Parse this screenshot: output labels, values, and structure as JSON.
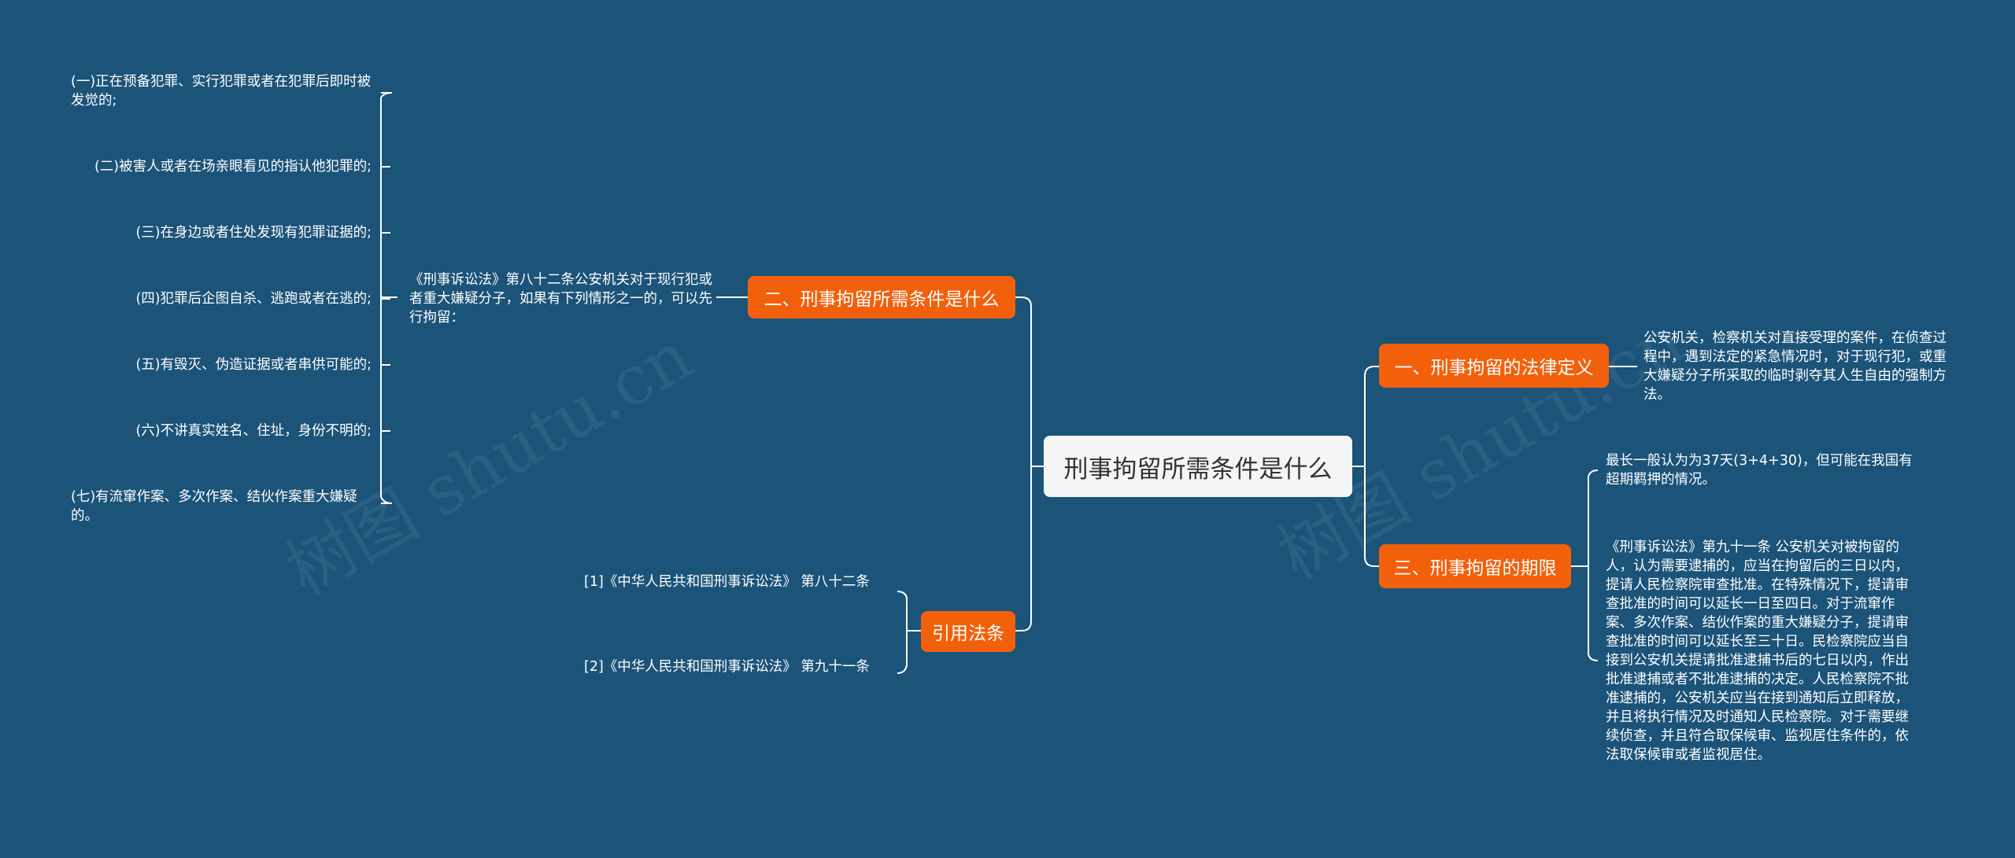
{
  "watermarks": [
    "树图 shutu.cn",
    "树图 shutu.cn"
  ],
  "root": {
    "label": "刑事拘留所需条件是什么"
  },
  "topics": {
    "conditions": {
      "label": "二、刑事拘留所需条件是什么"
    },
    "legal_basis": {
      "label": "引用法条"
    },
    "definition": {
      "label": "一、刑事拘留的法律定义"
    },
    "period": {
      "label": "三、刑事拘留的期限"
    }
  },
  "conditions": {
    "summary": "《刑事诉讼法》第八十二条公安机关对于现行犯或者重大嫌疑分子，如果有下列情形之一的，可以先行拘留：",
    "items": [
      "(一)正在预备犯罪、实行犯罪或者在犯罪后即时被发觉的;",
      "(二)被害人或者在场亲眼看见的指认他犯罪的;",
      "(三)在身边或者住处发现有犯罪证据的;",
      "(四)犯罪后企图自杀、逃跑或者在逃的;",
      "(五)有毁灭、伪造证据或者串供可能的;",
      "(六)不讲真实姓名、住址，身份不明的;",
      "(七)有流窜作案、多次作案、结伙作案重大嫌疑的。"
    ]
  },
  "legal_basis": {
    "items": [
      "[1]《中华人民共和国刑事诉讼法》 第八十二条",
      "[2]《中华人民共和国刑事诉讼法》 第九十一条"
    ]
  },
  "definition": {
    "text": "公安机关，检察机关对直接受理的案件，在侦查过程中，遇到法定的紧急情况时，对于现行犯，或重大嫌疑分子所采取的临时剥夺其人生自由的强制方法。"
  },
  "period": {
    "short": "最长一般认为为37天(3+4+30)，但可能在我国有超期羁押的情况。",
    "detail": "《刑事诉讼法》第九十一条 公安机关对被拘留的人，认为需要逮捕的，应当在拘留后的三日以内，提请人民检察院审查批准。在特殊情况下，提请审查批准的时间可以延长一日至四日。对于流窜作案、多次作案、结伙作案的重大嫌疑分子，提请审查批准的时间可以延长至三十日。民检察院应当自接到公安机关提请批准逮捕书后的七日以内，作出批准逮捕或者不批准逮捕的决定。人民检察院不批准逮捕的，公安机关应当在接到通知后立即释放，并且将执行情况及时通知人民检察院。对于需要继续侦查，并且符合取保候审、监视居住条件的，依法取保候审或者监视居住。"
  },
  "colors": {
    "background": "#1b5379",
    "topic": "#f2600c",
    "root": "#f4f5f7",
    "line": "#ffffff"
  }
}
